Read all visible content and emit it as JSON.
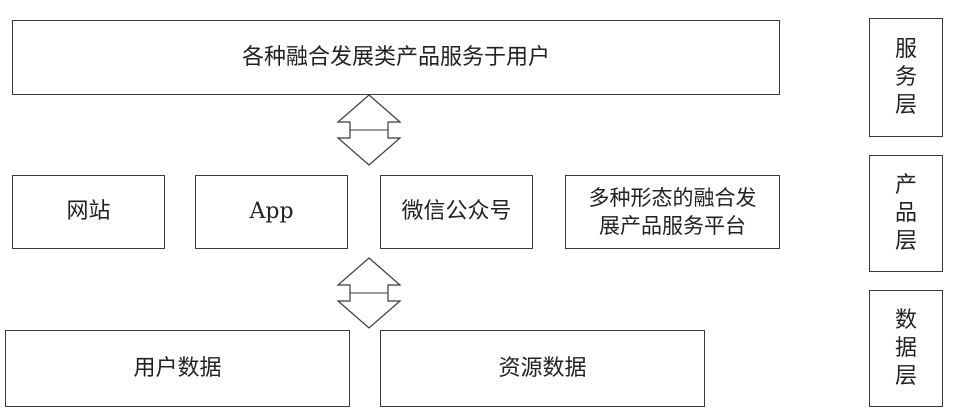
{
  "service_layer": {
    "top_box_label": "各种融合发展类产品服务于用户",
    "layer_label": "服务层"
  },
  "product_layer": {
    "items": [
      "网站",
      "App",
      "微信公众号",
      "多种形态的融合发展产品服务平台"
    ],
    "layer_label": "产品层"
  },
  "data_layer": {
    "items": [
      "用户数据",
      "资源数据"
    ],
    "layer_label": "数据层"
  },
  "colors": {
    "stroke": "#3a3a3a",
    "text": "#222222",
    "background": "#ffffff"
  }
}
